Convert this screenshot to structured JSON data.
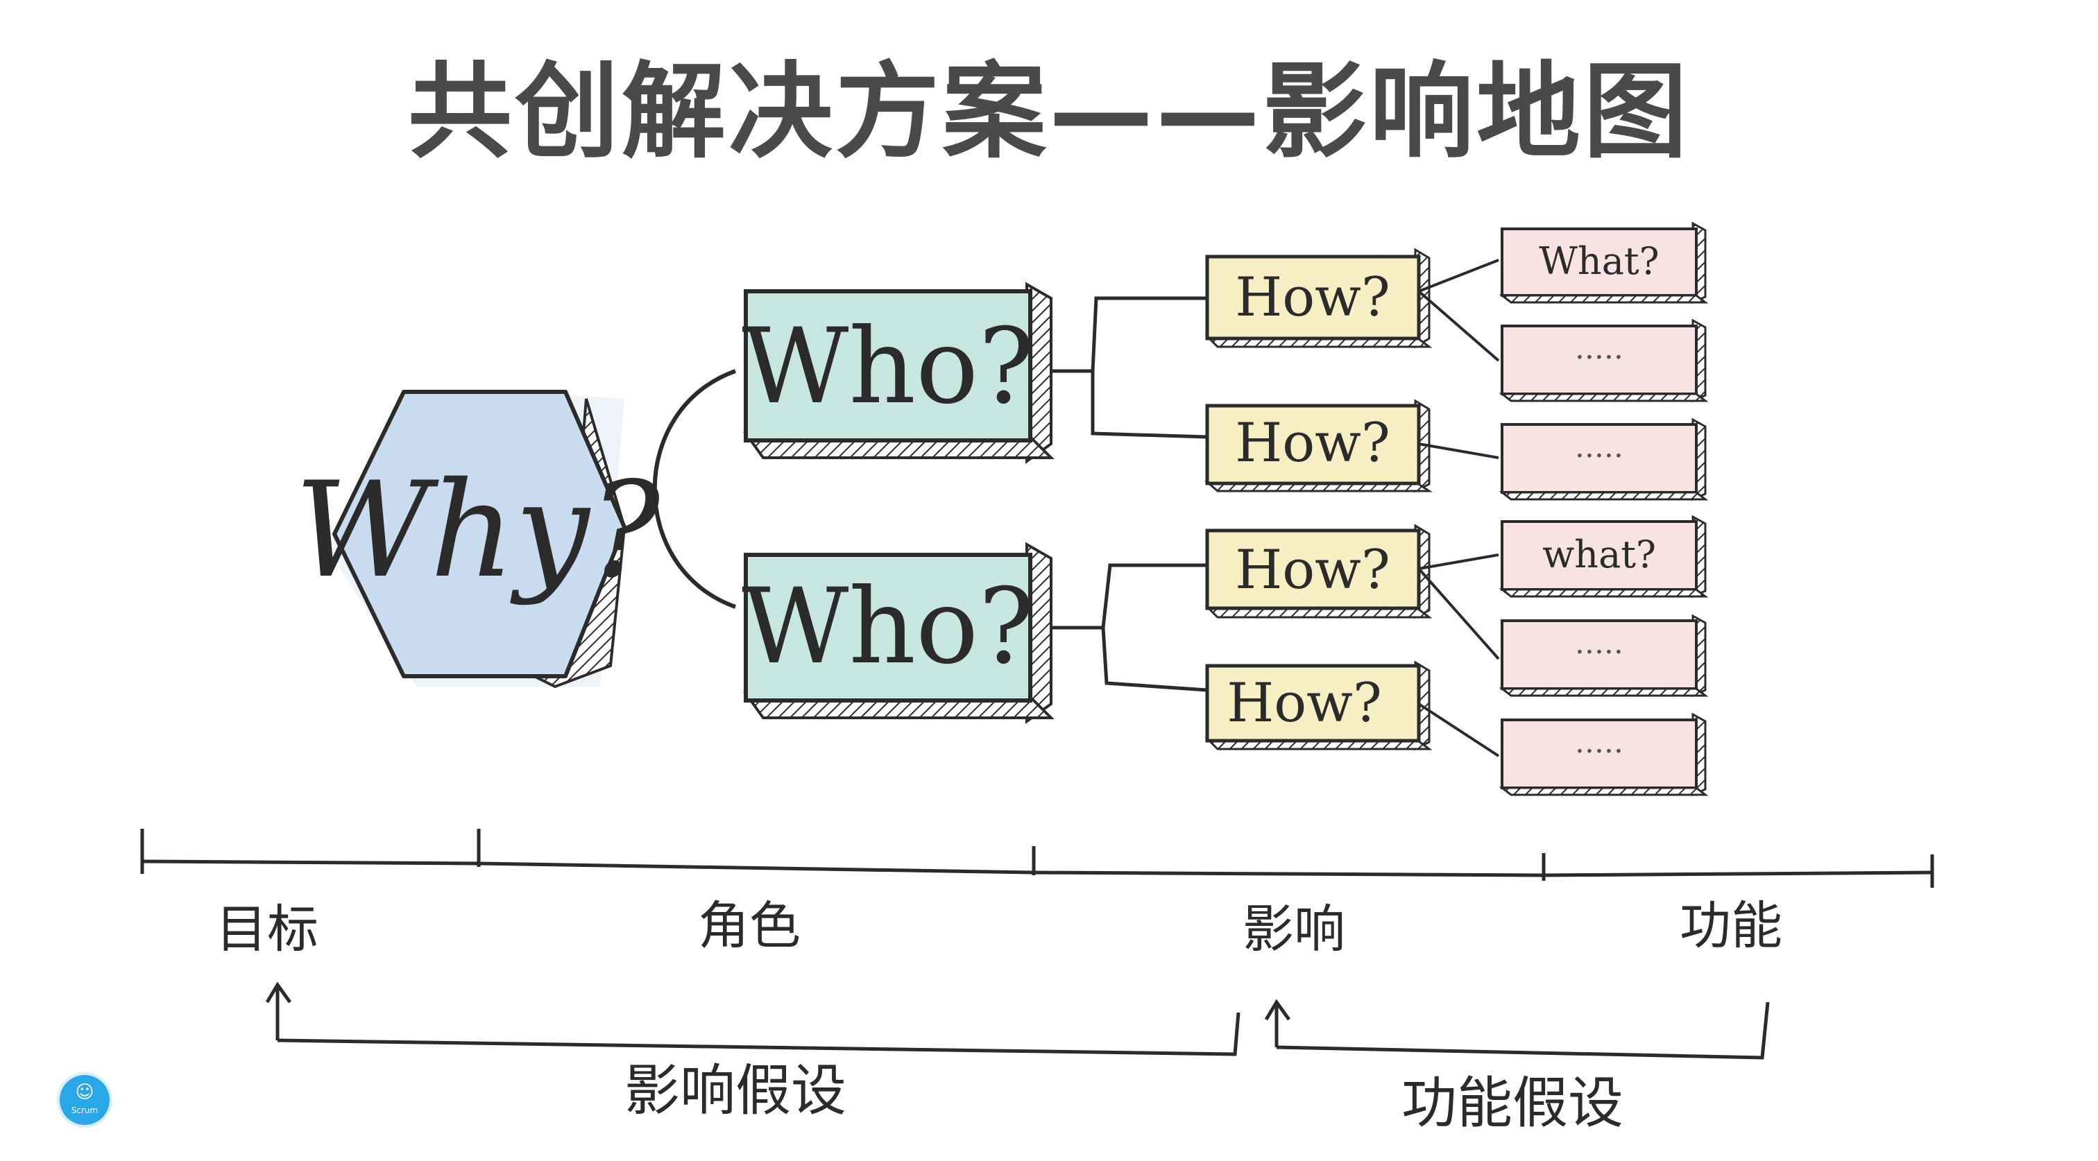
{
  "title": "共创解决方案——影响地图",
  "colors": {
    "why_fill": "#c9dcef",
    "who_fill": "#c8e6e0",
    "how_fill": "#f7efc4",
    "what_fill": "#f7e3e3",
    "ink": "#2b2b2b",
    "title": "#4a4a4a",
    "logo": "#2aa7e6"
  },
  "nodes": {
    "why": "Why?",
    "who": [
      "Who?",
      "Who?"
    ],
    "how": [
      "How?",
      "How?",
      "How?",
      "How?"
    ],
    "what": [
      "What?",
      "·····",
      "·····",
      "what?",
      "·····",
      "·····"
    ]
  },
  "axis": {
    "labels": [
      "目标",
      "角色",
      "影响",
      "功能"
    ]
  },
  "hypotheses": {
    "impact": "影响假设",
    "feature": "功能假设"
  },
  "logo": {
    "icon": "scrum-logo-icon",
    "text": "Scrum"
  }
}
